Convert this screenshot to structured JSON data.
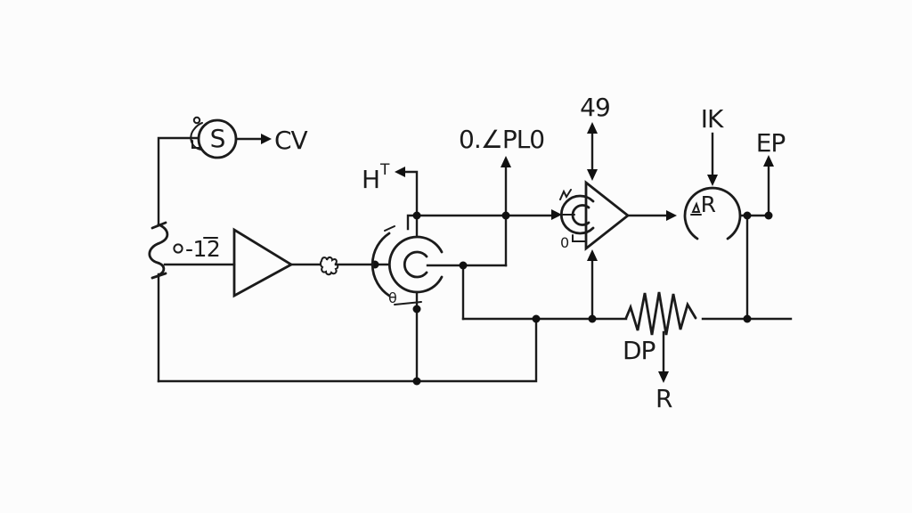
{
  "diagram": {
    "type": "control-system-schematic",
    "background": "#fcfcfc",
    "line_color": "#1b1b1b",
    "labels": {
      "sensor": "S",
      "cv": "CV",
      "ht_base": "H",
      "ht_sup": "T",
      "pl0": "0.∠PL0",
      "gain_49": "49",
      "ik": "IK",
      "ep": "EP",
      "regulator_r": "R",
      "theta": "θ",
      "bias": "-12",
      "zero": "0",
      "dp": "DP",
      "r_out": "R"
    }
  }
}
